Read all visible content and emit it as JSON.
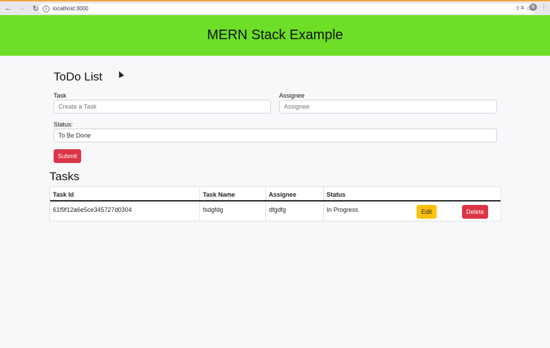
{
  "browser": {
    "url": "localhost:3000",
    "profile_initial": "B",
    "icons": [
      "back-icon",
      "forward-icon",
      "reload-icon",
      "info-icon",
      "share-icon",
      "star-icon",
      "extensions-icon",
      "menu-icon"
    ]
  },
  "header": {
    "title": "MERN Stack Example",
    "background": "#6ddf26"
  },
  "form": {
    "heading": "ToDo List",
    "task_label": "Task",
    "task_placeholder": "Create a Task",
    "assignee_label": "Assignee",
    "assignee_placeholder": "Assignee",
    "status_label": "Status:",
    "status_value": "To Be Done",
    "submit_label": "Submit"
  },
  "tasks": {
    "heading": "Tasks",
    "columns": [
      "Task Id",
      "Task Name",
      "Assignee",
      "Status"
    ],
    "rows": [
      {
        "id": "61f9f12a6e5ce345727d0304",
        "name": "fsdgfdg",
        "assignee": "dfgdfg",
        "status": "In Progress",
        "edit_label": "Edit",
        "delete_label": "Delete"
      }
    ]
  },
  "colors": {
    "danger": "#dc3545",
    "warning": "#ffc107"
  }
}
